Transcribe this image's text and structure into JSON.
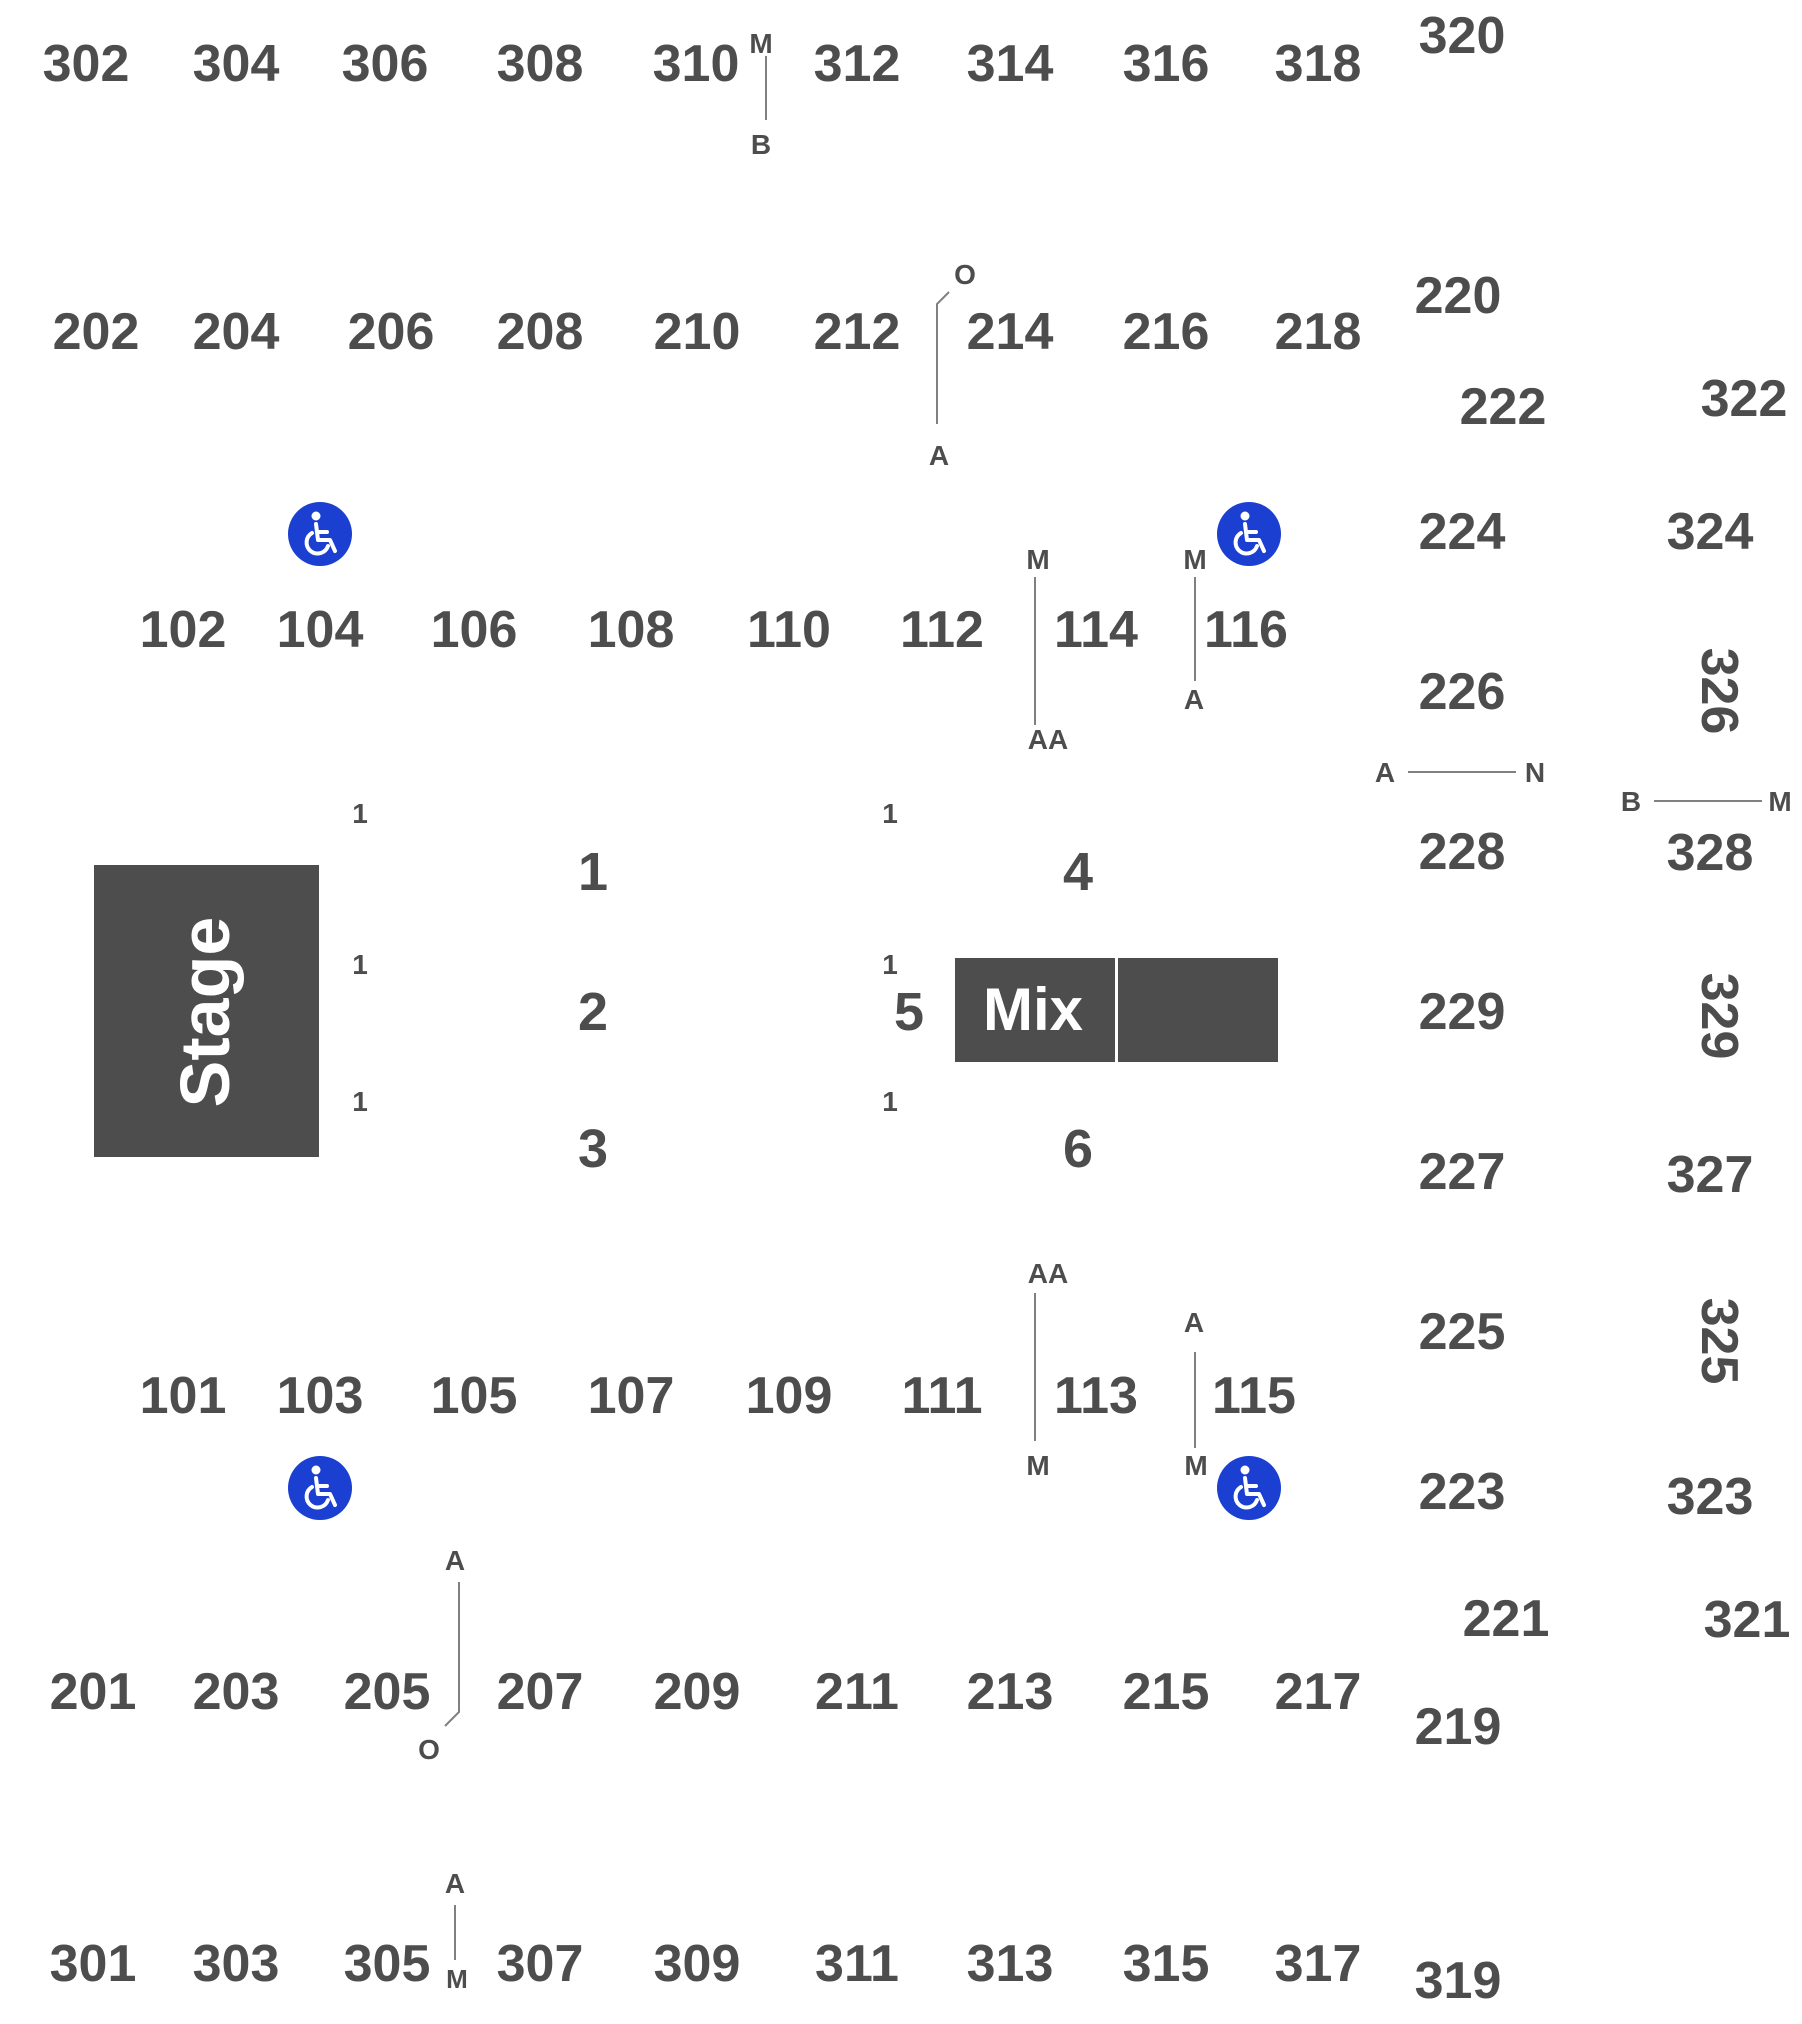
{
  "sections_300_top": [
    "302",
    "304",
    "306",
    "308",
    "310",
    "312",
    "314",
    "316",
    "318",
    "320"
  ],
  "sections_200_top": [
    "202",
    "204",
    "206",
    "208",
    "210",
    "212",
    "214",
    "216",
    "218",
    "220"
  ],
  "sections_100_top": [
    "102",
    "104",
    "106",
    "108",
    "110",
    "112",
    "114",
    "116"
  ],
  "floor_sections": [
    "1",
    "2",
    "3",
    "4",
    "5",
    "6"
  ],
  "floor_row_labels": [
    "1",
    "1",
    "1",
    "1",
    "1",
    "1"
  ],
  "sections_100_bottom": [
    "101",
    "103",
    "105",
    "107",
    "109",
    "111",
    "113",
    "115"
  ],
  "sections_200_bottom": [
    "201",
    "203",
    "205",
    "207",
    "209",
    "211",
    "213",
    "215",
    "217",
    "219"
  ],
  "sections_300_bottom": [
    "301",
    "303",
    "305",
    "307",
    "309",
    "311",
    "313",
    "315",
    "317",
    "319"
  ],
  "right_200": [
    "222",
    "224",
    "226",
    "228",
    "229",
    "227",
    "225",
    "223",
    "221"
  ],
  "right_300": [
    "322",
    "324",
    "326",
    "328",
    "329",
    "327",
    "325",
    "323",
    "321"
  ],
  "row_markers": {
    "s310_top": "M",
    "s310_bottom": "B",
    "s214_top": "O",
    "s214_bottom": "A",
    "s114_top": "M",
    "s114_bottom": "AA",
    "s116_top": "M",
    "s116_bottom": "A",
    "s228_left": "A",
    "s228_right": "N",
    "s328_left": "B",
    "s328_right": "M",
    "s113_top": "AA",
    "s113_bottom": "M",
    "s115_top": "A",
    "s115_bottom": "M",
    "s205_top": "A",
    "s205_bottom": "O",
    "s305_top": "A",
    "s305_bottom": "M"
  },
  "stage": {
    "label": "Stage"
  },
  "mix": {
    "label": "Mix"
  },
  "accessibility": {
    "icon": "wheelchair-icon",
    "color": "#1a3fd1"
  },
  "colors": {
    "text": "#4d4d4d",
    "block": "#4d4d4d",
    "line": "#808080"
  }
}
